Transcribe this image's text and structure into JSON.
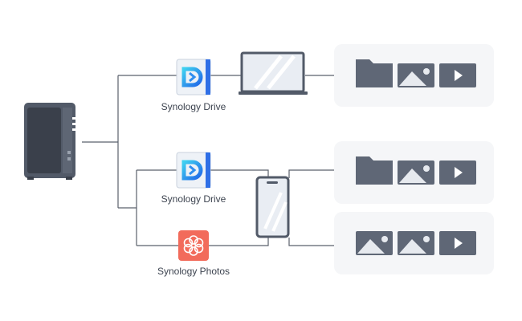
{
  "apps": {
    "drive_desktop": "Synology Drive",
    "drive_mobile": "Synology Drive",
    "photos_mobile": "Synology Photos"
  },
  "icons": {
    "nas": "nas-server-icon",
    "laptop": "laptop-icon",
    "phone": "smartphone-icon",
    "drive": "synology-drive-app-icon",
    "photos": "synology-photos-app-icon",
    "folder": "folder-icon",
    "image": "image-icon",
    "video": "video-play-icon"
  },
  "colors": {
    "line": "#5a606c",
    "device": "#525a68",
    "panel": "#f5f6f8",
    "drive_blue": "#2f8ef0",
    "photos_red": "#f26b5b"
  }
}
